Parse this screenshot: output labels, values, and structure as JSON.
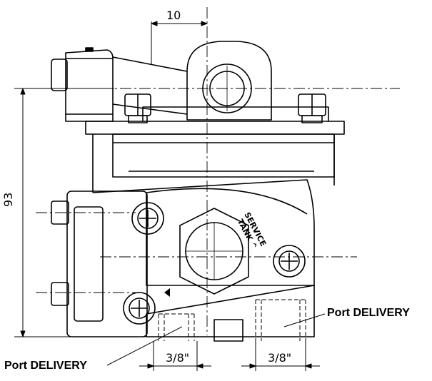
{
  "dimensions": {
    "top_offset": "10",
    "height": "93",
    "port_left_size": "3/8\"",
    "port_right_size": "3/8\""
  },
  "labels": {
    "port_left": "Port DELIVERY",
    "port_right": "Port DELIVERY",
    "engraving_line1": "SERVICE",
    "engraving_line2": "TANK ^"
  }
}
